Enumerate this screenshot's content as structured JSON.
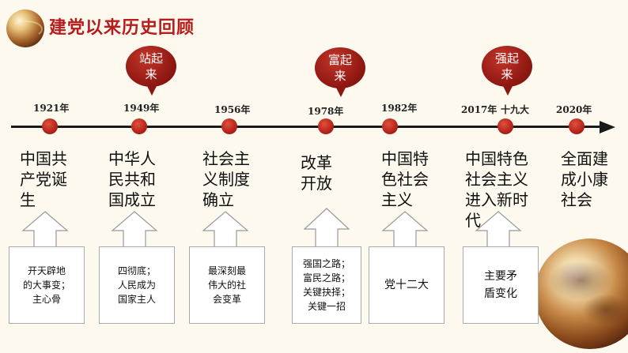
{
  "page": {
    "title": "建党以来历史回顾"
  },
  "bubbles": [
    {
      "l1": "站起",
      "l2": "来"
    },
    {
      "l1": "富起",
      "l2": "来"
    },
    {
      "l1": "强起",
      "l2": "来"
    }
  ],
  "years": [
    "1921年",
    "1949年",
    "1956年",
    "1978年",
    "1982年",
    "2017年",
    "十九大",
    "2020年"
  ],
  "events": [
    {
      "lines": [
        "中国共",
        "产党诞",
        "生"
      ]
    },
    {
      "lines": [
        "中华人",
        "民共和",
        "国成立"
      ]
    },
    {
      "lines": [
        "社会主",
        "义制度",
        "确立"
      ]
    },
    {
      "lines": [
        "改革",
        "开放"
      ]
    },
    {
      "lines": [
        "中国特",
        "色社会",
        "主义"
      ]
    },
    {
      "lines": [
        "中国特色",
        "社会主义",
        "进入新时",
        "代"
      ]
    },
    {
      "lines": [
        "全面建",
        "成小康",
        "社会"
      ]
    }
  ],
  "notes": [
    {
      "lines": [
        "开天辟地",
        "的大事变；",
        "主心骨"
      ]
    },
    {
      "lines": [
        "四彻底；",
        "人民成为",
        "国家主人"
      ]
    },
    {
      "lines": [
        "最深刻最",
        "伟大的社",
        "会变革"
      ]
    },
    {
      "lines": [
        "强国之路；",
        "富民之路；",
        "关键抉择；",
        "关键一招"
      ]
    },
    {
      "lines": [
        "党十二大"
      ]
    },
    {
      "lines": [
        "主要矛",
        "盾变化"
      ]
    }
  ]
}
